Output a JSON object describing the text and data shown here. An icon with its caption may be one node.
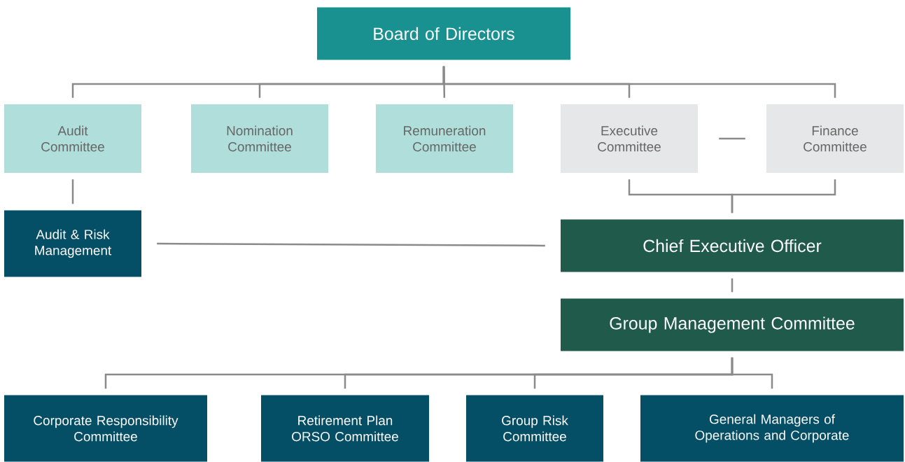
{
  "diagram": {
    "nodes": [
      {
        "text": [
          "Board of Directors"
        ]
      },
      {
        "text": [
          "Audit Committee"
        ]
      },
      {
        "text": [
          "Nomination Committee"
        ]
      },
      {
        "text": [
          "Remuneration Committee"
        ]
      },
      {
        "text": [
          "Executive Committee"
        ]
      },
      {
        "text": [
          "Finance Committee"
        ]
      },
      {
        "text": [
          "Audit & Risk Management"
        ]
      },
      {
        "text": [
          "Chief Executive Officer"
        ]
      },
      {
        "text": [
          "Group Management Committee"
        ]
      },
      {
        "text": [
          "Corporate Responsibility Committee"
        ]
      },
      {
        "text": [
          "Retirement Plan ORSO Committee"
        ]
      },
      {
        "text": [
          "Group Risk Committee"
        ]
      },
      {
        "text": [
          "General Managers of Operations and Corporate"
        ]
      }
    ],
    "edges": [
      {
        "from": 0,
        "to": 1,
        "arrow": "none"
      },
      {
        "from": 0,
        "to": 2,
        "arrow": "none"
      },
      {
        "from": 0,
        "to": 3,
        "arrow": "none"
      },
      {
        "from": 0,
        "to": 4,
        "arrow": "none"
      },
      {
        "from": 0,
        "to": 5,
        "arrow": "none"
      },
      {
        "from": 4,
        "to": 5,
        "arrow": "none"
      },
      {
        "from": 1,
        "to": 6,
        "arrow": "none"
      },
      {
        "from": 6,
        "to": 7,
        "arrow": "none"
      },
      {
        "from": 4,
        "to": 7,
        "arrow": "none"
      },
      {
        "from": 5,
        "to": 7,
        "arrow": "none"
      },
      {
        "from": 7,
        "to": 8,
        "arrow": "none"
      },
      {
        "from": 8,
        "to": 9,
        "arrow": "none"
      },
      {
        "from": 8,
        "to": 10,
        "arrow": "none"
      },
      {
        "from": 8,
        "to": 11,
        "arrow": "none"
      },
      {
        "from": 8,
        "to": 12,
        "arrow": "none"
      }
    ]
  }
}
